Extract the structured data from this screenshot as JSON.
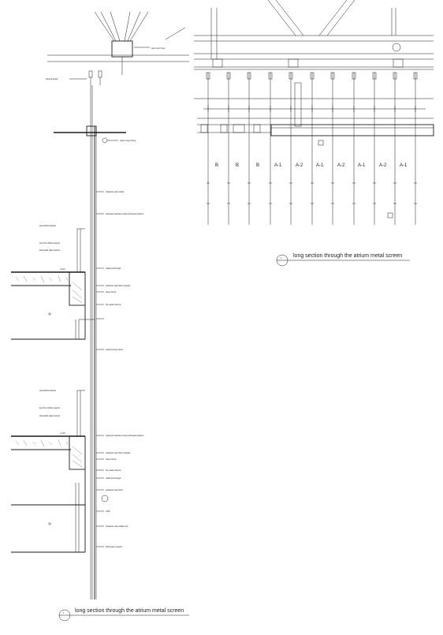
{
  "drawing": {
    "caption_left": "long section through the atrium metal screen",
    "caption_right": "long section through the atrium metal screen",
    "panel_labels": [
      "B",
      "B",
      "B",
      "A-1",
      "A-2",
      "A-1",
      "A-2",
      "A-1",
      "A-2",
      "A-1"
    ],
    "section_markers": [
      "1",
      "2"
    ]
  }
}
